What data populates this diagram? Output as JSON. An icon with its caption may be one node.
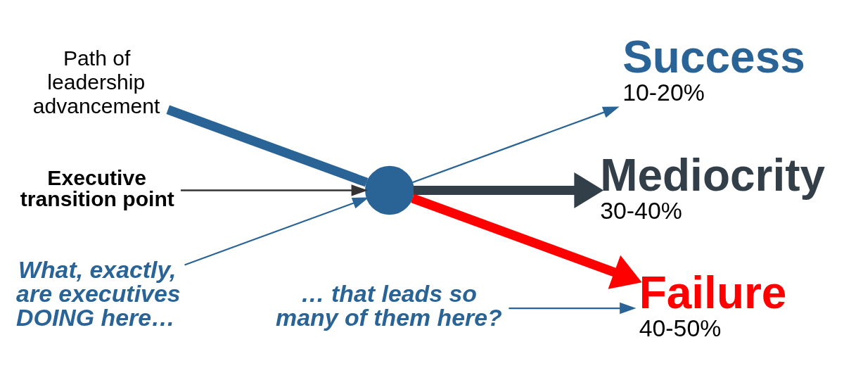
{
  "diagram": {
    "nodes": [
      {
        "text": [
          "Path of leadership advancement"
        ]
      },
      {
        "text": [],
        "shape": "circle"
      },
      {
        "text": [
          "Executive transition point"
        ]
      },
      {
        "text": [
          "Success"
        ],
        "beside": [
          "10-20%"
        ]
      },
      {
        "text": [
          "Mediocrity"
        ],
        "beside": [
          "30-40%"
        ]
      },
      {
        "text": [
          "Failure"
        ],
        "beside": [
          "40-50%"
        ]
      },
      {
        "text": [
          "What, exactly, are executives DOING here…"
        ]
      },
      {
        "text": [
          "… that leads so many of them here?"
        ]
      }
    ],
    "edges": [
      {
        "from": 0,
        "to": 1,
        "arrow": "none",
        "style": "thick"
      },
      {
        "from": 1,
        "to": 3,
        "arrow": "to"
      },
      {
        "from": 1,
        "to": 4,
        "arrow": "to",
        "style": "thick",
        "color": "#333f48"
      },
      {
        "from": 1,
        "to": 5,
        "arrow": "to",
        "style": "thick",
        "color": "#ff0000"
      },
      {
        "from": 2,
        "to": 1,
        "arrow": "to",
        "color": "#333333"
      },
      {
        "from": 6,
        "to": 1,
        "arrow": "to"
      },
      {
        "from": 7,
        "to": 5,
        "arrow": "to"
      }
    ]
  }
}
